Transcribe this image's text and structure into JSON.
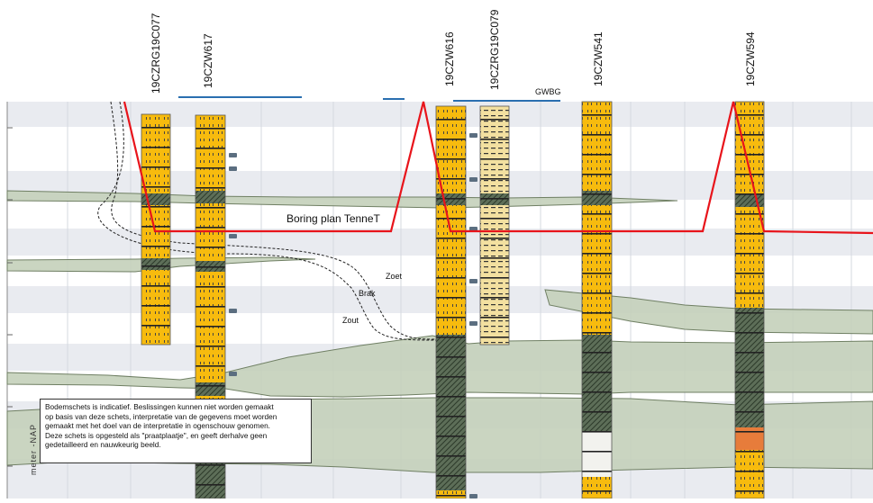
{
  "boreholes": [
    {
      "id": "19CZRG19C077"
    },
    {
      "id": "19CZW617"
    },
    {
      "id": "19CZW616"
    },
    {
      "id": "19CZRG19C079"
    },
    {
      "id": "19CZW541"
    },
    {
      "id": "19CZW594"
    }
  ],
  "labels": {
    "gwbg": "GWBG",
    "boring_plan": "Boring plan TenneT",
    "zoet": "Zoet",
    "brak": "Brak",
    "zout": "Zout",
    "axis_title": "meter -NAP"
  },
  "disclaimer": {
    "line1": "Bodemschets is indicatief. Beslissingen kunnen niet worden gemaakt",
    "line2": "op basis van deze schets, interpretatie van de gegevens moet worden",
    "line3": "gemaakt met het doel van de interpretatie in ogenschouw genomen.",
    "line4": "Deze schets is opgesteld als \"praatplaatje\", en geeft derhalve geen",
    "line5": "gedetailleerd en nauwkeurig beeld."
  },
  "colors": {
    "sand": "#f7bb0e",
    "clay_layer": "#c4d0ba",
    "clay_layer_dark": "#6f7f63",
    "boring_line": "#e8141b",
    "gwbg_line": "#2a6fb0",
    "grid_band": "#e9ebf0"
  }
}
